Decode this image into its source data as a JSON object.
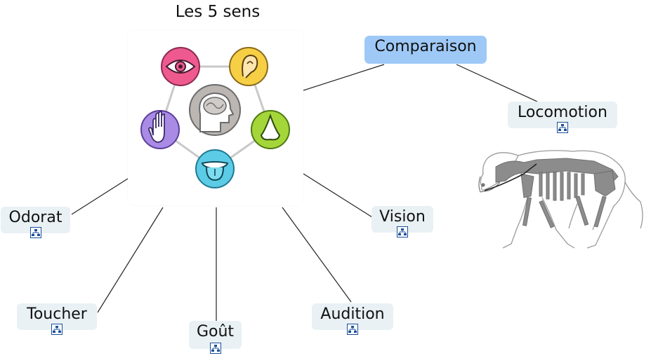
{
  "title": "Les 5 sens",
  "center_node": {
    "label": "Comparaison",
    "color": "#9ec9f7"
  },
  "nodes": {
    "locomotion": "Locomotion",
    "odorat": "Odorat",
    "vision": "Vision",
    "toucher": "Toucher",
    "gout": "Goût",
    "audition": "Audition"
  },
  "colors": {
    "node_bg": "#e9f1f5",
    "link": "#222222",
    "eye": "#ee5a8d",
    "ear": "#f7cf45",
    "nose": "#a4d63a",
    "tongue": "#5ccbe6",
    "hand": "#a98be6",
    "brain": "#bcb6b3"
  },
  "icons": [
    "eye-icon",
    "ear-icon",
    "nose-icon",
    "tongue-icon",
    "hand-icon",
    "brain-icon",
    "subtopic-icon",
    "horse-skeleton-image"
  ]
}
